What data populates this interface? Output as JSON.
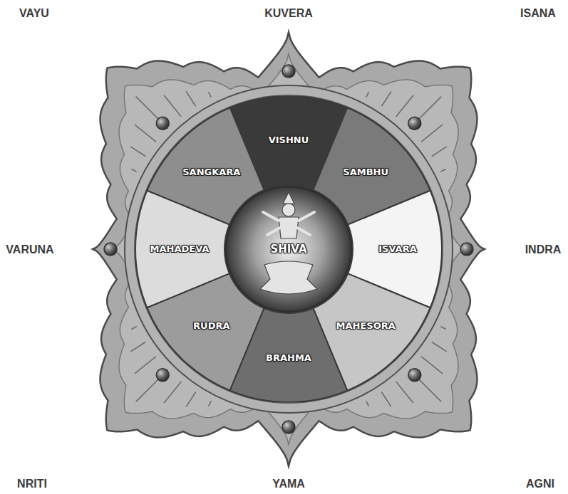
{
  "diagram": {
    "nodes": [
      {
        "text": [
          "VISHNU"
        ]
      },
      {
        "text": [
          "SANGKARA"
        ]
      },
      {
        "text": [
          "SAMBHU"
        ]
      },
      {
        "text": [
          "MAHADEVA"
        ]
      },
      {
        "text": [
          "SHIVA"
        ]
      },
      {
        "text": [
          "ISVARA"
        ]
      },
      {
        "text": [
          "RUDRA"
        ]
      },
      {
        "text": [
          "MAHESORA"
        ]
      },
      {
        "text": [
          "BRAHMA"
        ]
      }
    ],
    "labels": [
      "VAYU",
      "KUVERA",
      "ISANA",
      "VARUNA",
      "INDRA",
      "NRITI",
      "YAMA",
      "AGNI"
    ]
  }
}
